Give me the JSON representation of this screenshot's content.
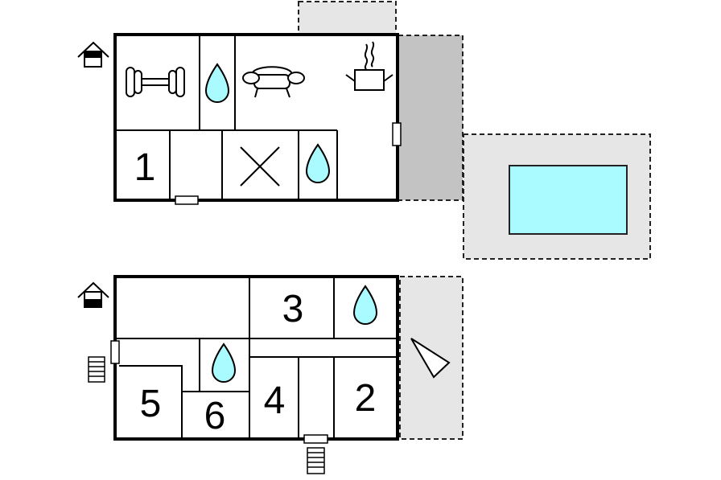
{
  "floorplan": {
    "upper_floor": {
      "floor_icon": "house-upper-level-icon",
      "rooms": [
        {
          "label": "1"
        }
      ],
      "icons": [
        "dumbbell-icon",
        "water-drop-icon",
        "sofa-icon",
        "cooking-pot-icon",
        "cross-icon",
        "water-drop-icon"
      ],
      "pool_color": "#a9fbff",
      "terrace_color": "#c3c3c3",
      "outdoor_color": "#e6e6e6"
    },
    "ground_floor": {
      "floor_icon": "house-ground-level-icon",
      "rooms": [
        {
          "label": "3"
        },
        {
          "label": "5"
        },
        {
          "label": "6"
        },
        {
          "label": "4"
        },
        {
          "label": "2"
        }
      ],
      "icons": [
        "water-drop-icon",
        "water-drop-icon",
        "triangle-icon",
        "stairs-icon",
        "stairs-icon"
      ]
    }
  }
}
